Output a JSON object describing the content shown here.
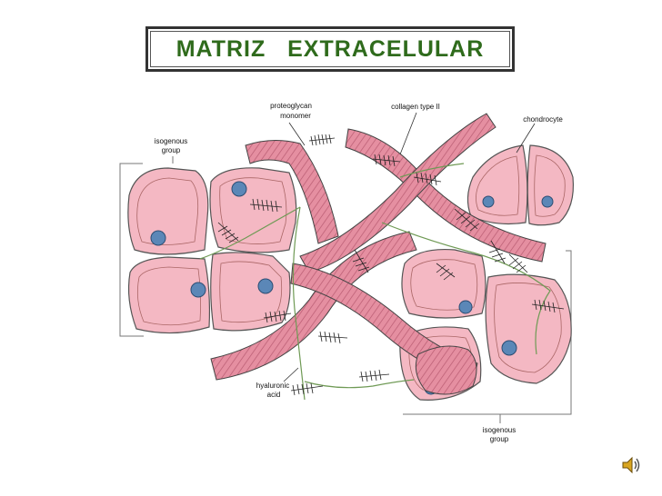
{
  "slide": {
    "title": "MATRIZ   EXTRACELULAR"
  },
  "diagram": {
    "labels": {
      "proteoglycan_line1": "proteoglycan",
      "proteoglycan_line2": "monomer",
      "collagen": "collagen type II",
      "chondrocyte": "chondrocyte",
      "isogenous_left_line1": "isogenous",
      "isogenous_left_line2": "group",
      "hyaluronic_line1": "hyaluronic",
      "hyaluronic_line2": "acid",
      "isogenous_right_line1": "isogenous",
      "isogenous_right_line2": "group"
    },
    "colors": {
      "cell_fill": "#f4b8c3",
      "nucleus": "#5b87b7",
      "fiber": "#e58fa1",
      "strand": "#6f9a55",
      "title_text": "#2f6b1c"
    }
  },
  "controls": {
    "audio_icon": "speaker-icon"
  }
}
